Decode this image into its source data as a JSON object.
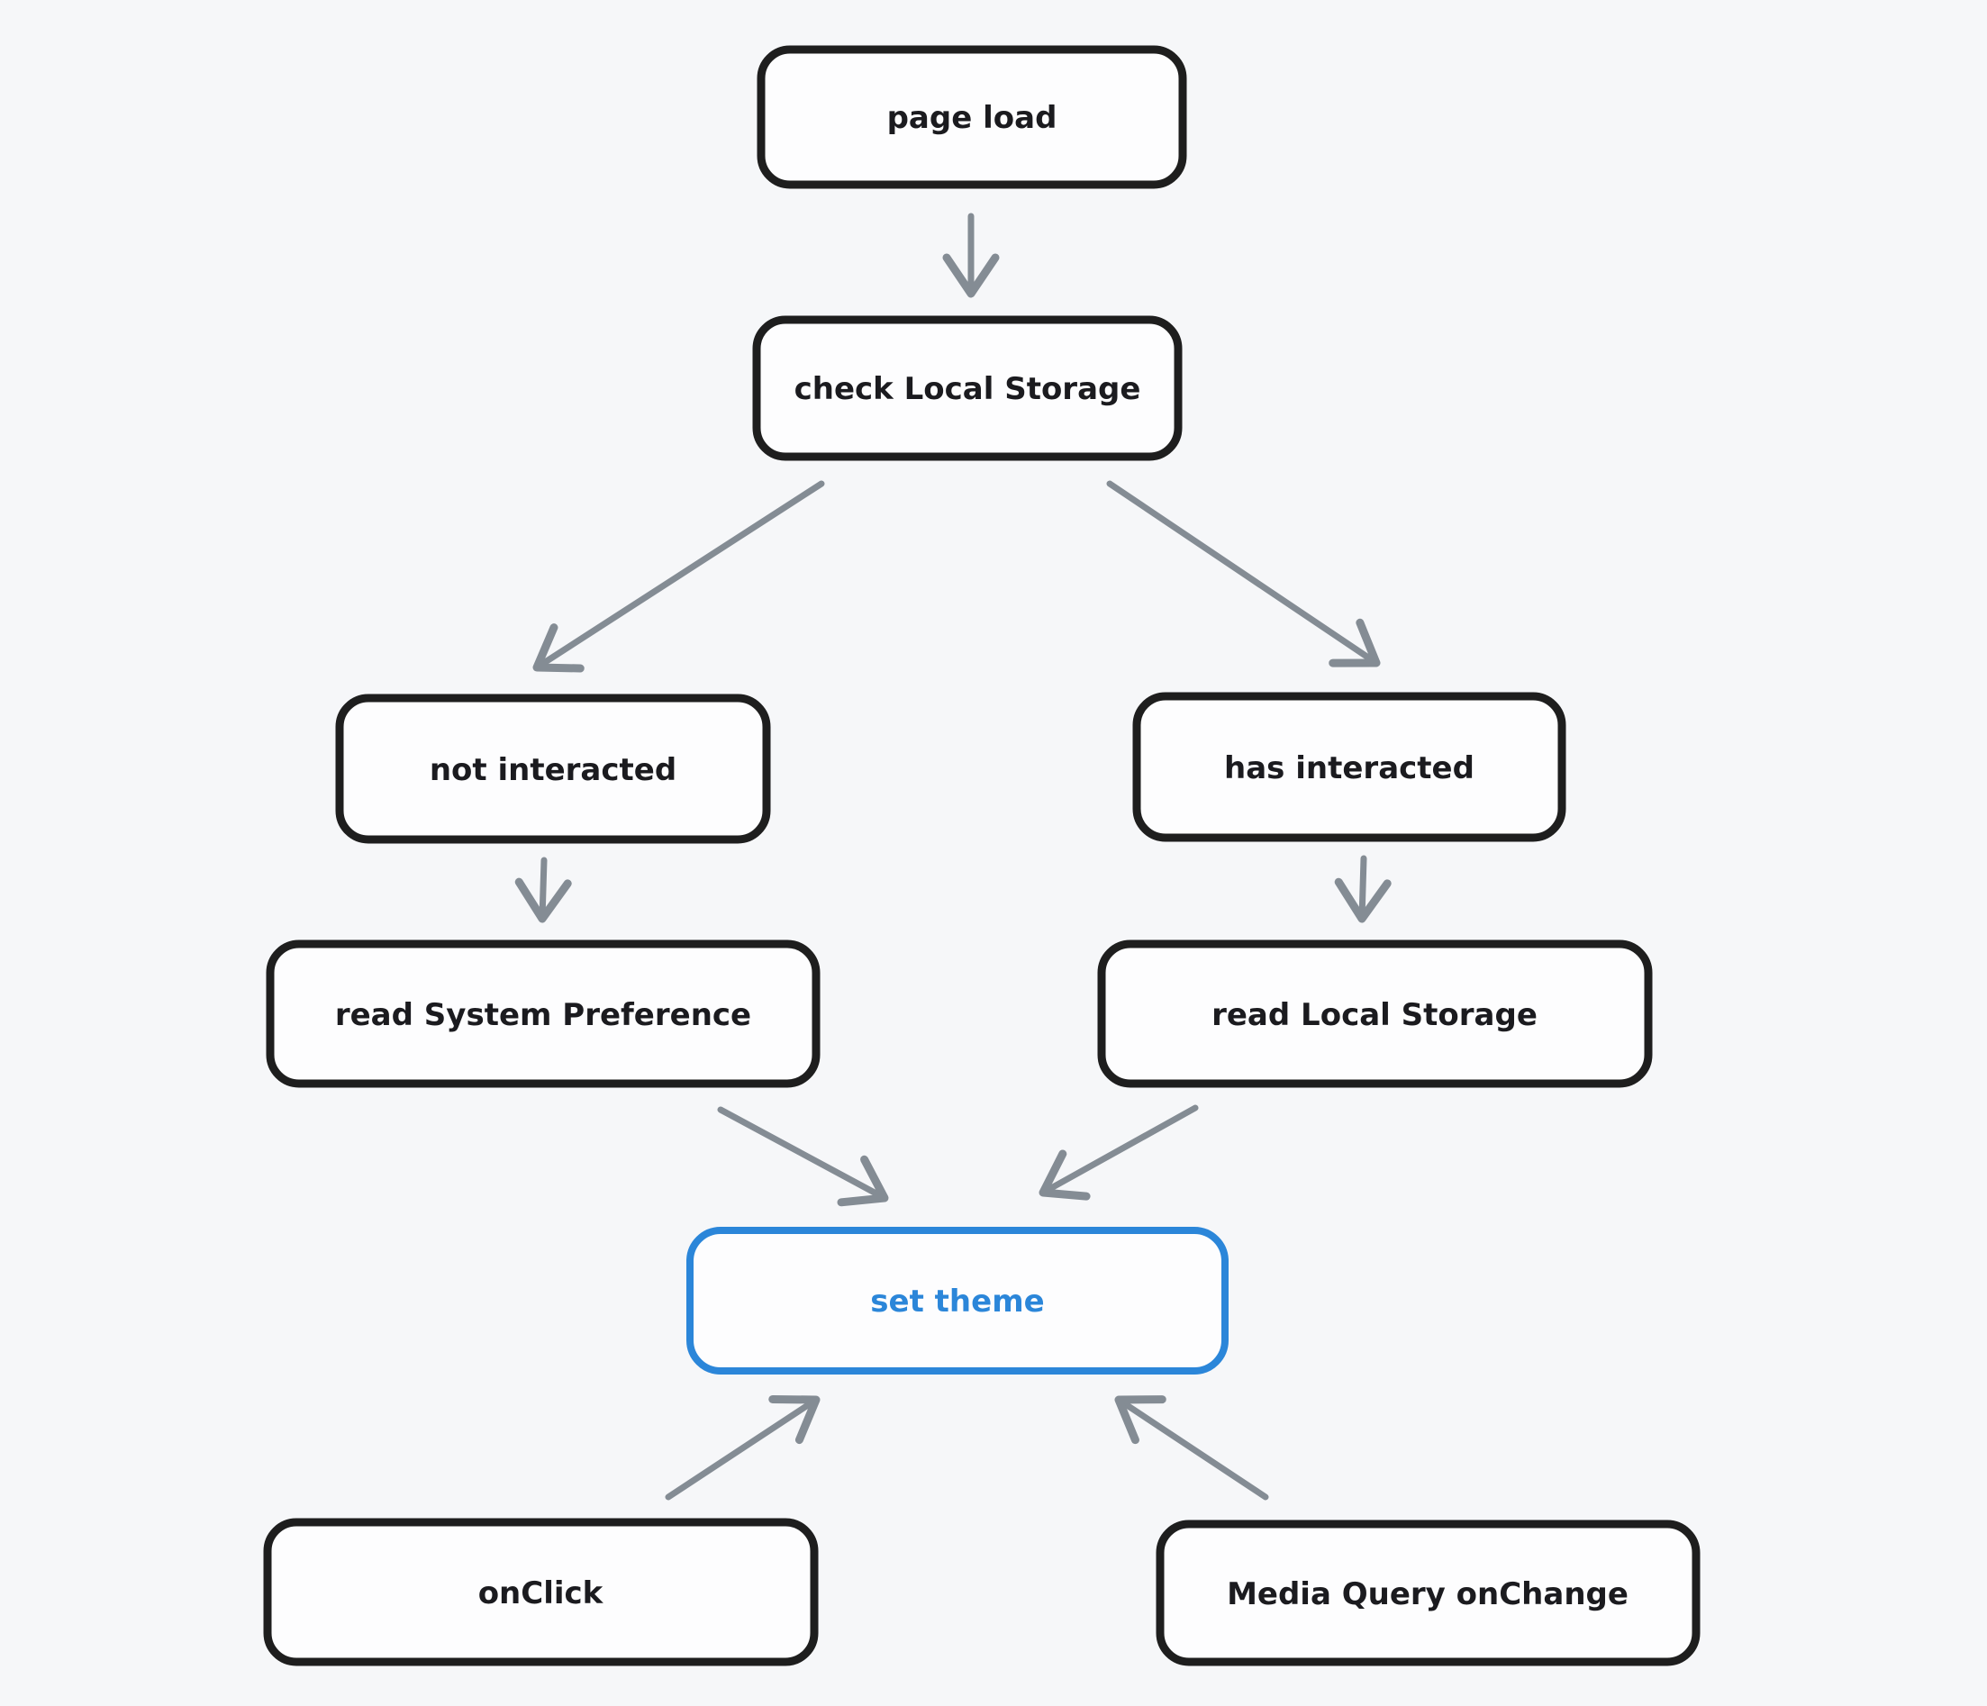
{
  "diagram_type": "flowchart",
  "colors": {
    "background": "#f6f7f9",
    "node_stroke": "#1e1e1e",
    "node_fill": "#fdfdfe",
    "accent": "#2b86d9",
    "arrow": "#848c94",
    "text": "#1b1b1f"
  },
  "nodes": [
    {
      "id": "page-load",
      "label": "page load"
    },
    {
      "id": "check-local-storage",
      "label": "check Local Storage"
    },
    {
      "id": "not-interacted",
      "label": "not interacted"
    },
    {
      "id": "has-interacted",
      "label": "has interacted"
    },
    {
      "id": "read-system-preference",
      "label": "read System Preference"
    },
    {
      "id": "read-local-storage",
      "label": "read Local Storage"
    },
    {
      "id": "set-theme",
      "label": "set theme",
      "accent": true
    },
    {
      "id": "onclick",
      "label": "onClick"
    },
    {
      "id": "media-query-onchange",
      "label": "Media Query onChange"
    }
  ],
  "edges": [
    {
      "from": "page-load",
      "to": "check-local-storage"
    },
    {
      "from": "check-local-storage",
      "to": "not-interacted"
    },
    {
      "from": "check-local-storage",
      "to": "has-interacted"
    },
    {
      "from": "not-interacted",
      "to": "read-system-preference"
    },
    {
      "from": "has-interacted",
      "to": "read-local-storage"
    },
    {
      "from": "read-system-preference",
      "to": "set-theme"
    },
    {
      "from": "read-local-storage",
      "to": "set-theme"
    },
    {
      "from": "onclick",
      "to": "set-theme"
    },
    {
      "from": "media-query-onchange",
      "to": "set-theme"
    }
  ]
}
